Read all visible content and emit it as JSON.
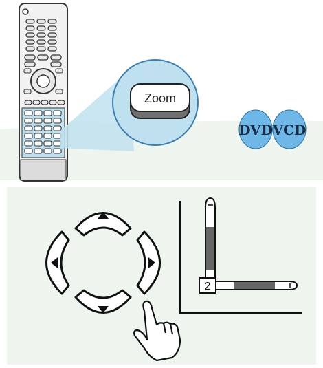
{
  "zoom_callout": {
    "button_label": "Zoom"
  },
  "disc_badges": [
    {
      "label": "DVD",
      "color": "#6fb7e6"
    },
    {
      "label": "VCD",
      "color": "#6fb7e6"
    }
  ],
  "zoom_indicator": {
    "level_label": "2"
  },
  "dpad": {
    "buttons": [
      "up",
      "down",
      "left",
      "right"
    ]
  },
  "colors": {
    "background_panel": "#eef5ef",
    "callout_blue": "#bfe0ef",
    "callout_stroke": "#3b7fb0",
    "slider_fill": "#666666"
  }
}
